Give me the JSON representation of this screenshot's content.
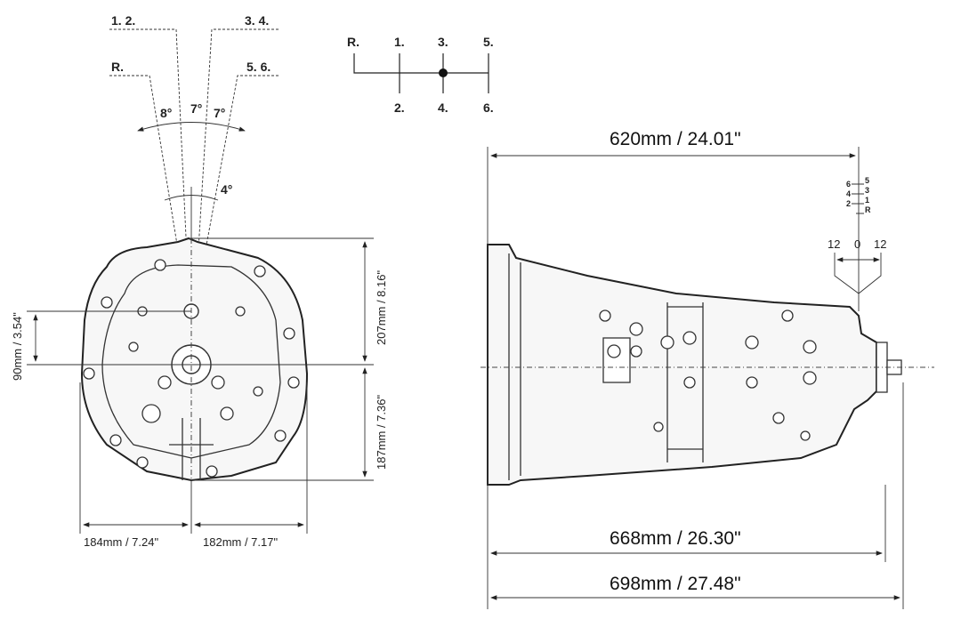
{
  "shift_gate": {
    "top_labels": [
      "R.",
      "1.",
      "3.",
      "5."
    ],
    "bottom_labels": [
      "2.",
      "4.",
      "6."
    ]
  },
  "lever_angles": {
    "gear_labels": [
      "1. 2.",
      "3. 4.",
      "R.",
      "5. 6."
    ],
    "angles": [
      "8°",
      "7°",
      "7°",
      "4°"
    ]
  },
  "front_view": {
    "height_upper": "207mm / 8.16\"",
    "height_lower": "187mm / 7.36\"",
    "offset": "90mm / 3.54\"",
    "width_left": "184mm / 7.24\"",
    "width_right": "182mm / 7.17\""
  },
  "side_view": {
    "length_lever": "620mm / 24.01\"",
    "length_body": "668mm / 26.30\"",
    "length_total": "698mm / 27.48\"",
    "lever_left_labels": [
      "6",
      "4",
      "2"
    ],
    "lever_right_labels": [
      "5",
      "3",
      "1",
      "R"
    ],
    "travel_labels": [
      "12",
      "0",
      "12"
    ]
  }
}
